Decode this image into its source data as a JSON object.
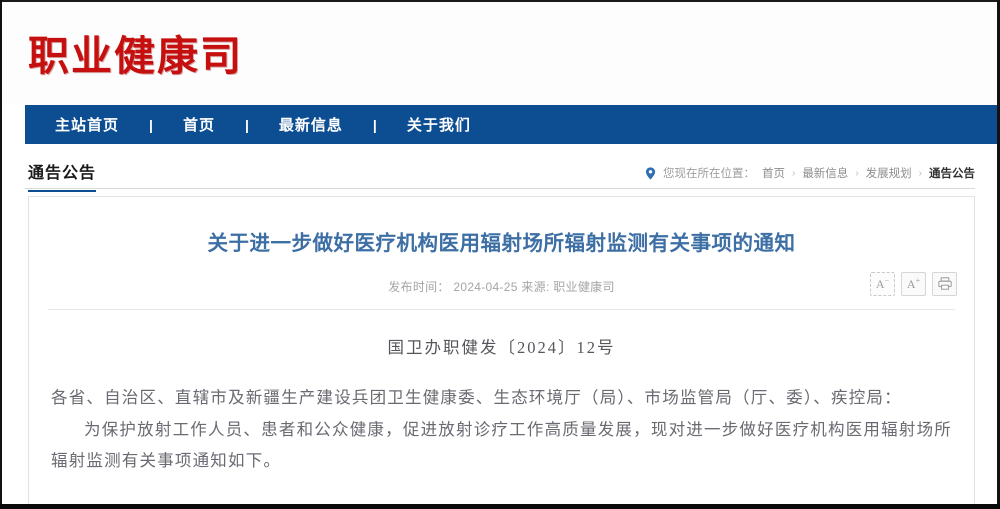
{
  "site": {
    "logo_text": "职业健康司",
    "logo_color": "#c5100f",
    "nav_bg_color": "#0d4e93"
  },
  "nav": {
    "items": [
      {
        "label": "主站首页"
      },
      {
        "label": "首页"
      },
      {
        "label": "最新信息"
      },
      {
        "label": "关于我们"
      }
    ],
    "separator": "|"
  },
  "channel": {
    "title": "通告公告"
  },
  "breadcrumb": {
    "pin_icon": "location-pin-icon",
    "label": "您现在所在位置：",
    "arrow": "›",
    "links": [
      {
        "label": "首页"
      },
      {
        "label": "最新信息"
      },
      {
        "label": "发展规划"
      }
    ],
    "current": "通告公告"
  },
  "article": {
    "title": "关于进一步做好医疗机构医用辐射场所辐射监测有关事项的通知",
    "title_color": "#3d6fa5",
    "meta": "发布时间： 2024-04-25    来源: 职业健康司",
    "publish_label": "发布时间：",
    "publish_date": "2024-04-25",
    "source_label": "来源:",
    "source": "职业健康司",
    "doc_number": "国卫办职健发〔2024〕12号",
    "paragraphs": [
      "各省、自治区、直辖市及新疆生产建设兵团卫生健康委、生态环境厅（局）、市场监管局（厅、委）、疾控局：",
      "为保护放射工作人员、患者和公众健康，促进放射诊疗工作高质量发展，现对进一步做好医疗机构医用辐射场所辐射监测有关事项通知如下。"
    ]
  },
  "tools": {
    "font_decrease": "A",
    "font_decrease_sign": "−",
    "font_increase": "A",
    "font_increase_sign": "+",
    "print_icon": "printer-icon"
  }
}
